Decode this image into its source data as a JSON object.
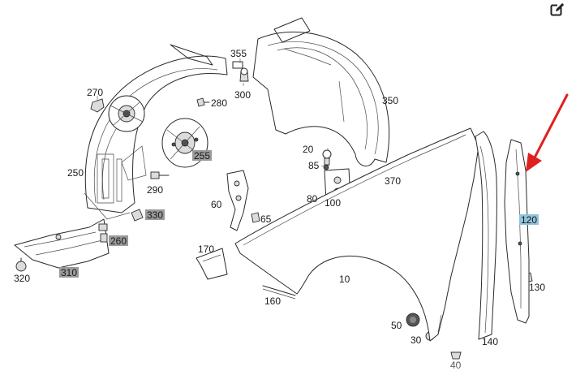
{
  "toolbar": {
    "edit_icon": "edit-icon"
  },
  "labels": {
    "p10": "10",
    "p20": "20",
    "p30": "30",
    "p40": "40",
    "p50": "50",
    "p65": "65",
    "p80": "80",
    "p85": "85",
    "p100": "100",
    "p120": "120",
    "p130": "130",
    "p140": "140",
    "p160": "160",
    "p170": "170",
    "p250": "250",
    "p255": "255",
    "p260": "260",
    "p270": "270",
    "p280": "280",
    "p290": "290",
    "p300": "300",
    "p310": "310",
    "p320": "320",
    "p330": "330",
    "p350": "350",
    "p355": "355",
    "p370": "370",
    "p60": "60"
  },
  "colors": {
    "highlight_grey": "#9a9a9a",
    "highlight_blue": "#8fc4dc",
    "arrow": "#e02020"
  }
}
